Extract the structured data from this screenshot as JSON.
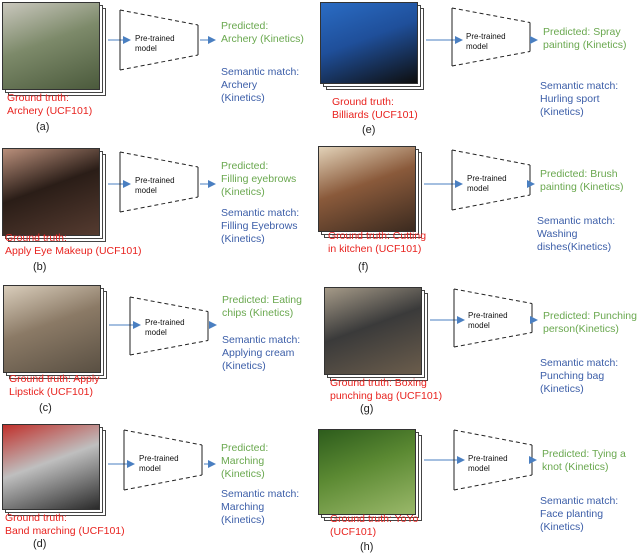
{
  "panels": [
    {
      "letter": "(a)",
      "gt": [
        "Ground truth:",
        "Archery (UCF101)"
      ],
      "model": [
        "Pre-trained",
        "model"
      ],
      "pred": [
        "Predicted:",
        "Archery (Kinetics)"
      ],
      "sem": [
        "Semantic match:",
        "Archery",
        "(Kinetics)"
      ]
    },
    {
      "letter": "(b)",
      "gt": [
        "Ground truth:",
        "Apply Eye Makeup (UCF101)"
      ],
      "model": [
        "Pre-trained",
        "model"
      ],
      "pred": [
        "Predicted:",
        "Filling eyebrows",
        "(Kinetics)"
      ],
      "sem": [
        "Semantic match:",
        "Filling Eyebrows",
        "(Kinetics)"
      ]
    },
    {
      "letter": "(c)",
      "gt": [
        "Ground truth: Apply",
        "Lipstick (UCF101)"
      ],
      "model": [
        "Pre-trained",
        "model"
      ],
      "pred": [
        "Predicted: Eating",
        "chips (Kinetics)"
      ],
      "sem": [
        "Semantic match:",
        "Applying cream",
        "(Kinetics)"
      ]
    },
    {
      "letter": "(d)",
      "gt": [
        "Ground truth:",
        "Band marching (UCF101)"
      ],
      "model": [
        "Pre-trained",
        "model"
      ],
      "pred": [
        "Predicted:",
        "Marching",
        "(Kinetics)"
      ],
      "sem": [
        "Semantic match:",
        "Marching",
        "(Kinetics)"
      ]
    },
    {
      "letter": "(e)",
      "gt": [
        "Ground truth:",
        "Billiards (UCF101)"
      ],
      "model": [
        "Pre-trained",
        "model"
      ],
      "pred": [
        "Predicted: Spray",
        "painting (Kinetics)"
      ],
      "sem": [
        "Semantic match:",
        "Hurling sport",
        "(Kinetics)"
      ]
    },
    {
      "letter": "(f)",
      "gt": [
        "Ground truth: Cutting",
        "in kitchen (UCF101)"
      ],
      "model": [
        "Pre-trained",
        "model"
      ],
      "pred": [
        "Predicted: Brush",
        "painting (Kinetics)"
      ],
      "sem": [
        "Semantic match:",
        "Washing",
        "dishes(Kinetics)"
      ]
    },
    {
      "letter": "(g)",
      "gt": [
        "Ground truth: Boxing",
        "punching bag (UCF101)"
      ],
      "model": [
        "Pre-trained",
        "model"
      ],
      "pred": [
        "Predicted: Punching",
        "person(Kinetics)"
      ],
      "sem": [
        "Semantic match:",
        "Punching bag",
        "(Kinetics)"
      ]
    },
    {
      "letter": "(h)",
      "gt": [
        "Ground truth: YoYo",
        "(UCF101)"
      ],
      "model": [
        "Pre-trained",
        "model"
      ],
      "pred": [
        "Predicted: Tying a",
        "knot (Kinetics)"
      ],
      "sem": [
        "Semantic match:",
        "Face planting",
        "(Kinetics)"
      ]
    }
  ],
  "colors": {
    "ground_truth": "#e8231f",
    "predicted": "#6aa84f",
    "semantic": "#3c5ea8"
  }
}
